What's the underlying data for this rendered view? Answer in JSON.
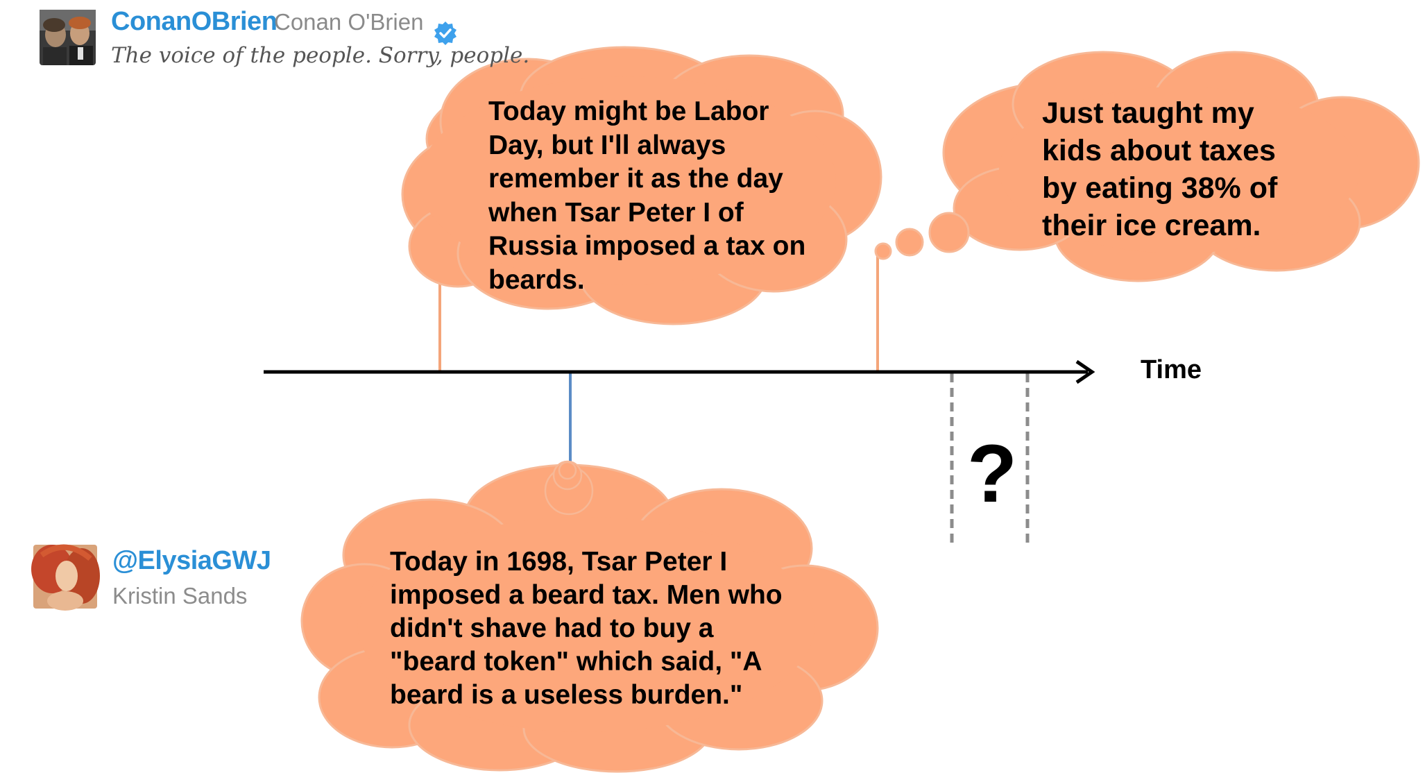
{
  "colors": {
    "bubble_fill": "#fda77b",
    "bubble_stroke": "#f7b896",
    "stem_orange": "#f4a57a",
    "stem_blue": "#5b8cc6",
    "timeline": "#000000",
    "window_dash": "#8c8c8c",
    "handle_blue": "#2a8fd6",
    "verified_blue": "#3ea1ec"
  },
  "conan": {
    "handle": "ConanOBrien",
    "name": "Conan O'Brien",
    "bio": "The voice of the people. Sorry, people.",
    "verified_icon": "verified-badge-icon"
  },
  "elysia": {
    "handle": "@ElysiaGWJ",
    "name": "Kristin Sands"
  },
  "tweets": {
    "labor_day": "Today might be Labor\nDay, but I'll always\nremember it as the day\nwhen Tsar Peter I of\nRussia imposed a tax on\nbeards.",
    "ice_cream": "Just taught my\nkids about taxes\nby eating 38% of\ntheir ice cream.",
    "beard_tax": "Today in 1698, Tsar Peter I\nimposed a beard tax. Men who\ndidn't shave had to buy a\n\"beard token\" which said, \"A\nbeard is a useless burden.\""
  },
  "timeline": {
    "axis_label": "Time",
    "unknown_marker": "?"
  }
}
